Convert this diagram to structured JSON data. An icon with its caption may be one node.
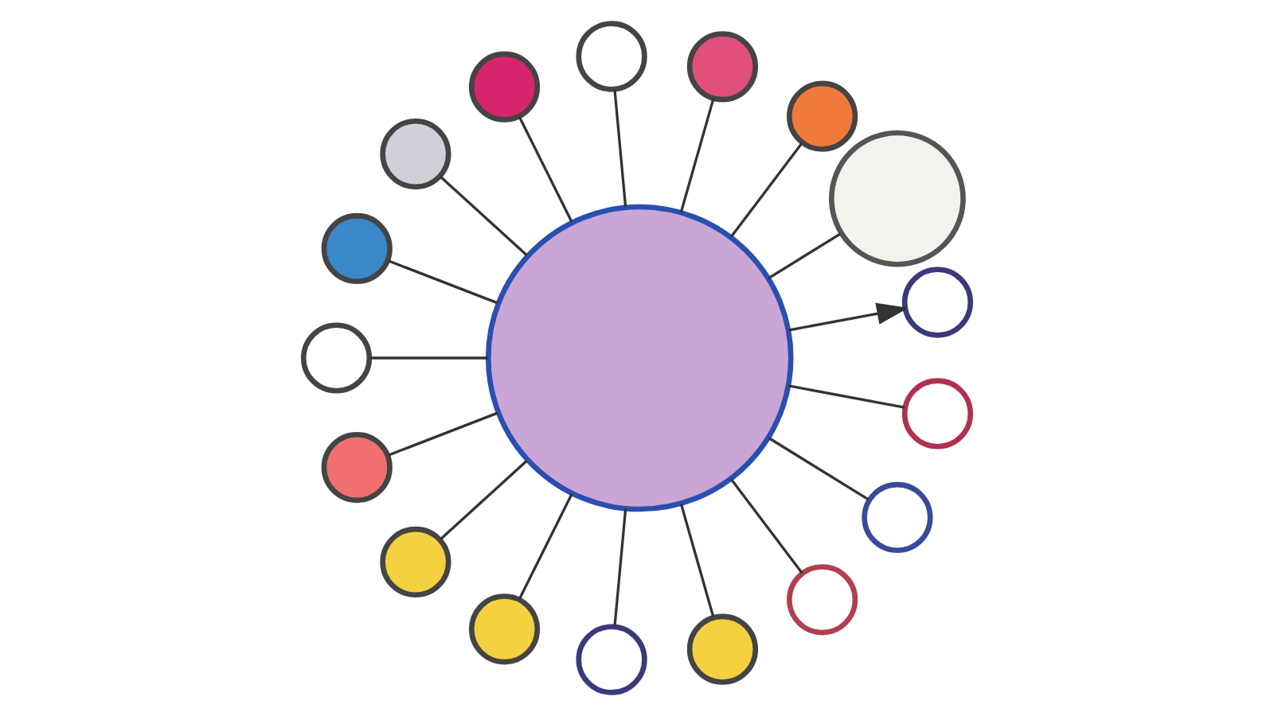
{
  "diagram": {
    "nodes": [
      {
        "text": [],
        "shape": "circle"
      },
      {
        "text": [],
        "shape": "circle"
      },
      {
        "text": [],
        "shape": "circle"
      },
      {
        "text": [],
        "shape": "circle"
      },
      {
        "text": [],
        "shape": "circle"
      },
      {
        "text": [],
        "shape": "circle"
      },
      {
        "text": [],
        "shape": "circle"
      },
      {
        "text": [],
        "shape": "circle"
      },
      {
        "text": [],
        "shape": "circle"
      },
      {
        "text": [],
        "shape": "circle"
      },
      {
        "text": [],
        "shape": "circle"
      },
      {
        "text": [],
        "shape": "circle"
      },
      {
        "text": [],
        "shape": "circle"
      },
      {
        "text": [],
        "shape": "circle"
      },
      {
        "text": [],
        "shape": "circle"
      },
      {
        "text": [],
        "shape": "circle"
      },
      {
        "text": [],
        "shape": "circle"
      },
      {
        "text": [],
        "shape": "circle"
      }
    ],
    "edges": [
      {
        "from": 1,
        "to": 0,
        "arrow": "none"
      },
      {
        "from": 2,
        "to": 0,
        "arrow": "none"
      },
      {
        "from": 3,
        "to": 0,
        "arrow": "none"
      },
      {
        "from": 4,
        "to": 0,
        "arrow": "none"
      },
      {
        "from": 5,
        "to": 0,
        "arrow": "none"
      },
      {
        "from": 6,
        "to": 0,
        "arrow": "none"
      },
      {
        "from": 7,
        "to": 0,
        "arrow": "none"
      },
      {
        "from": 8,
        "to": 0,
        "arrow": "none"
      },
      {
        "from": 9,
        "to": 0,
        "arrow": "none"
      },
      {
        "from": 10,
        "to": 0,
        "arrow": "none"
      },
      {
        "from": 11,
        "to": 0,
        "arrow": "none"
      },
      {
        "from": 12,
        "to": 0,
        "arrow": "none"
      },
      {
        "from": 13,
        "to": 0,
        "arrow": "none"
      },
      {
        "from": 0,
        "to": 14,
        "arrow": "to"
      },
      {
        "from": 15,
        "to": 0,
        "arrow": "none"
      },
      {
        "from": 16,
        "to": 0,
        "arrow": "none"
      },
      {
        "from": 17,
        "to": 0,
        "arrow": "none"
      }
    ]
  }
}
